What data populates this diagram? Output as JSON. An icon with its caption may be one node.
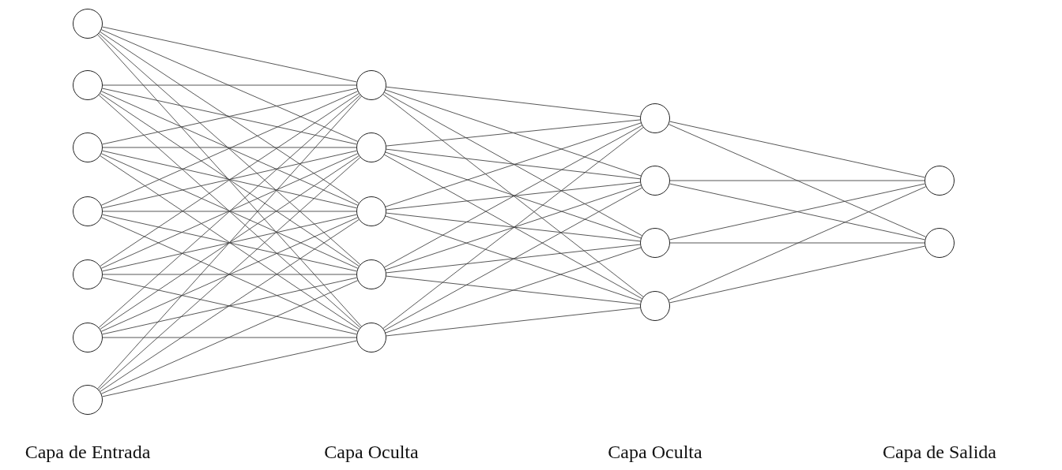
{
  "diagram": {
    "nodes": [
      {
        "text": [],
        "shape": "circle"
      },
      {
        "text": [],
        "shape": "circle"
      },
      {
        "text": [],
        "shape": "circle"
      },
      {
        "text": [],
        "shape": "circle"
      },
      {
        "text": [],
        "shape": "circle"
      },
      {
        "text": [],
        "shape": "circle"
      },
      {
        "text": [],
        "shape": "circle"
      },
      {
        "text": [],
        "shape": "circle"
      },
      {
        "text": [],
        "shape": "circle"
      },
      {
        "text": [],
        "shape": "circle"
      },
      {
        "text": [],
        "shape": "circle"
      },
      {
        "text": [],
        "shape": "circle"
      },
      {
        "text": [],
        "shape": "circle"
      },
      {
        "text": [],
        "shape": "circle"
      },
      {
        "text": [],
        "shape": "circle"
      },
      {
        "text": [],
        "shape": "circle"
      },
      {
        "text": [],
        "shape": "circle"
      },
      {
        "text": [],
        "shape": "circle"
      }
    ],
    "edges": [
      {
        "from": 0,
        "to": 7,
        "arrow": "none"
      },
      {
        "from": 0,
        "to": 8,
        "arrow": "none"
      },
      {
        "from": 0,
        "to": 9,
        "arrow": "none"
      },
      {
        "from": 0,
        "to": 10,
        "arrow": "none"
      },
      {
        "from": 0,
        "to": 11,
        "arrow": "none"
      },
      {
        "from": 1,
        "to": 7,
        "arrow": "none"
      },
      {
        "from": 1,
        "to": 8,
        "arrow": "none"
      },
      {
        "from": 1,
        "to": 9,
        "arrow": "none"
      },
      {
        "from": 1,
        "to": 10,
        "arrow": "none"
      },
      {
        "from": 1,
        "to": 11,
        "arrow": "none"
      },
      {
        "from": 2,
        "to": 7,
        "arrow": "none"
      },
      {
        "from": 2,
        "to": 8,
        "arrow": "none"
      },
      {
        "from": 2,
        "to": 9,
        "arrow": "none"
      },
      {
        "from": 2,
        "to": 10,
        "arrow": "none"
      },
      {
        "from": 2,
        "to": 11,
        "arrow": "none"
      },
      {
        "from": 3,
        "to": 7,
        "arrow": "none"
      },
      {
        "from": 3,
        "to": 8,
        "arrow": "none"
      },
      {
        "from": 3,
        "to": 9,
        "arrow": "none"
      },
      {
        "from": 3,
        "to": 10,
        "arrow": "none"
      },
      {
        "from": 3,
        "to": 11,
        "arrow": "none"
      },
      {
        "from": 4,
        "to": 7,
        "arrow": "none"
      },
      {
        "from": 4,
        "to": 8,
        "arrow": "none"
      },
      {
        "from": 4,
        "to": 9,
        "arrow": "none"
      },
      {
        "from": 4,
        "to": 10,
        "arrow": "none"
      },
      {
        "from": 4,
        "to": 11,
        "arrow": "none"
      },
      {
        "from": 5,
        "to": 7,
        "arrow": "none"
      },
      {
        "from": 5,
        "to": 8,
        "arrow": "none"
      },
      {
        "from": 5,
        "to": 9,
        "arrow": "none"
      },
      {
        "from": 5,
        "to": 10,
        "arrow": "none"
      },
      {
        "from": 5,
        "to": 11,
        "arrow": "none"
      },
      {
        "from": 6,
        "to": 7,
        "arrow": "none"
      },
      {
        "from": 6,
        "to": 8,
        "arrow": "none"
      },
      {
        "from": 6,
        "to": 9,
        "arrow": "none"
      },
      {
        "from": 6,
        "to": 10,
        "arrow": "none"
      },
      {
        "from": 6,
        "to": 11,
        "arrow": "none"
      },
      {
        "from": 7,
        "to": 12,
        "arrow": "none"
      },
      {
        "from": 7,
        "to": 13,
        "arrow": "none"
      },
      {
        "from": 7,
        "to": 14,
        "arrow": "none"
      },
      {
        "from": 7,
        "to": 15,
        "arrow": "none"
      },
      {
        "from": 8,
        "to": 12,
        "arrow": "none"
      },
      {
        "from": 8,
        "to": 13,
        "arrow": "none"
      },
      {
        "from": 8,
        "to": 14,
        "arrow": "none"
      },
      {
        "from": 8,
        "to": 15,
        "arrow": "none"
      },
      {
        "from": 9,
        "to": 12,
        "arrow": "none"
      },
      {
        "from": 9,
        "to": 13,
        "arrow": "none"
      },
      {
        "from": 9,
        "to": 14,
        "arrow": "none"
      },
      {
        "from": 9,
        "to": 15,
        "arrow": "none"
      },
      {
        "from": 10,
        "to": 12,
        "arrow": "none"
      },
      {
        "from": 10,
        "to": 13,
        "arrow": "none"
      },
      {
        "from": 10,
        "to": 14,
        "arrow": "none"
      },
      {
        "from": 10,
        "to": 15,
        "arrow": "none"
      },
      {
        "from": 11,
        "to": 12,
        "arrow": "none"
      },
      {
        "from": 11,
        "to": 13,
        "arrow": "none"
      },
      {
        "from": 11,
        "to": 14,
        "arrow": "none"
      },
      {
        "from": 11,
        "to": 15,
        "arrow": "none"
      },
      {
        "from": 12,
        "to": 16,
        "arrow": "none"
      },
      {
        "from": 12,
        "to": 17,
        "arrow": "none"
      },
      {
        "from": 13,
        "to": 16,
        "arrow": "none"
      },
      {
        "from": 13,
        "to": 17,
        "arrow": "none"
      },
      {
        "from": 14,
        "to": 16,
        "arrow": "none"
      },
      {
        "from": 14,
        "to": 17,
        "arrow": "none"
      },
      {
        "from": 15,
        "to": 16,
        "arrow": "none"
      },
      {
        "from": 15,
        "to": 17,
        "arrow": "none"
      }
    ],
    "labels": [
      "Capa de Entrada",
      "Capa Oculta",
      "Capa Oculta",
      "Capa de Salida"
    ]
  }
}
